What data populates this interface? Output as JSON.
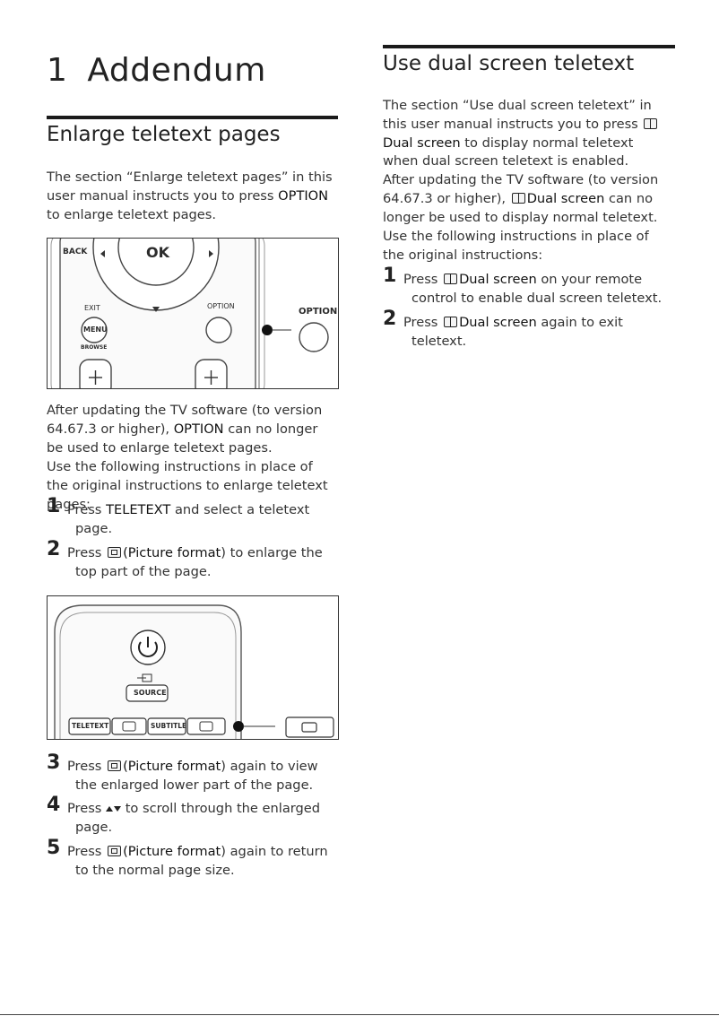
{
  "heading": {
    "number": "1",
    "title": "Addendum"
  },
  "left": {
    "title": "Enlarge teletext pages",
    "intro_a": "The section “Enlarge teletext pages” in this user manual instructs you to press ",
    "intro_kw": "OPTION",
    "intro_b": " to enlarge teletext pages.",
    "image1": {
      "back": "BACK",
      "ok": "OK",
      "exit": "EXIT",
      "menu": "MENU",
      "browse": "BROWSE",
      "option": "OPTION",
      "option_callout": "OPTION"
    },
    "after_a": "After updating the TV software (to version 64.67.3 or higher), ",
    "after_kw": "OPTION",
    "after_b": " can no longer be used to enlarge teletext pages.",
    "use_following": "Use the following instructions in place of the original instructions to enlarge teletext pages:",
    "steps_a": [
      {
        "n": "1",
        "pre": "Press ",
        "kw": "TELETEXT",
        "post": " and select a teletext",
        "cont": "page."
      },
      {
        "n": "2",
        "pre": "Press ",
        "kw": "(Picture format",
        "post": ") to enlarge the",
        "cont": "top part of the page."
      }
    ],
    "image2": {
      "source": "SOURCE",
      "teletext": "TELETEXT",
      "subtitle": "SUBTITLE"
    },
    "steps_b": [
      {
        "n": "3",
        "pre": "Press ",
        "kw": "(Picture format",
        "post": ") again to view",
        "cont": "the enlarged lower part of the page."
      },
      {
        "n": "4",
        "pre": "Press ",
        "mid": "to scroll through the enlarged",
        "cont": "page."
      },
      {
        "n": "5",
        "pre": "Press ",
        "kw": "(Picture format",
        "post": ") again to return",
        "cont": "to the normal page size."
      }
    ]
  },
  "right": {
    "title": "Use dual screen teletext",
    "intro_a": "The section “Use dual screen teletext” in this user manual instructs you to press ",
    "intro_kw": "Dual screen",
    "intro_b": " to display normal teletext when dual screen teletext is enabled.",
    "after_a": "After updating the TV software (to version 64.67.3 or higher), ",
    "after_kw": "Dual screen",
    "after_b": " can no longer be used to display normal teletext.",
    "use_following": "Use the following instructions in place of the original instructions:",
    "steps": [
      {
        "n": "1",
        "pre": "Press ",
        "kw": "Dual screen",
        "post": " on your remote",
        "cont": "control to enable dual screen teletext."
      },
      {
        "n": "2",
        "pre": "Press ",
        "kw": "Dual screen",
        "post": " again to exit",
        "cont": "teletext."
      }
    ]
  }
}
